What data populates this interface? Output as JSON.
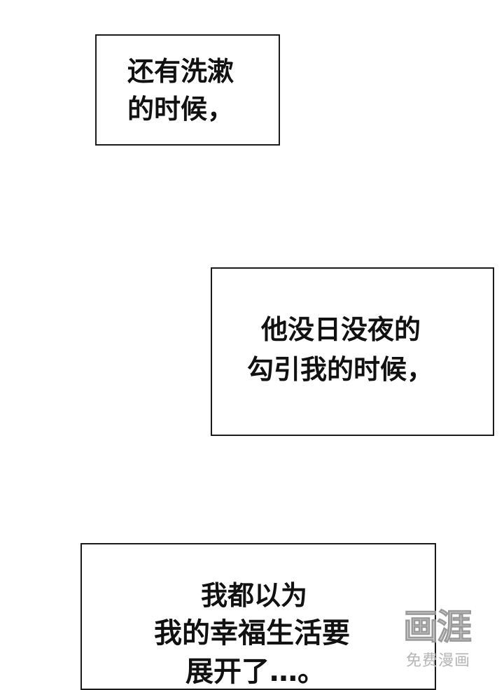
{
  "captions": [
    {
      "lines": [
        "还有洗漱",
        "的时候，"
      ]
    },
    {
      "lines": [
        "他没日没夜的",
        "勾引我的时候，"
      ]
    },
    {
      "lines": [
        "我都以为",
        "我的幸福生活要",
        "展开了…。"
      ]
    }
  ],
  "watermark": {
    "logo": "画涯",
    "subtitle": "免费漫画"
  }
}
